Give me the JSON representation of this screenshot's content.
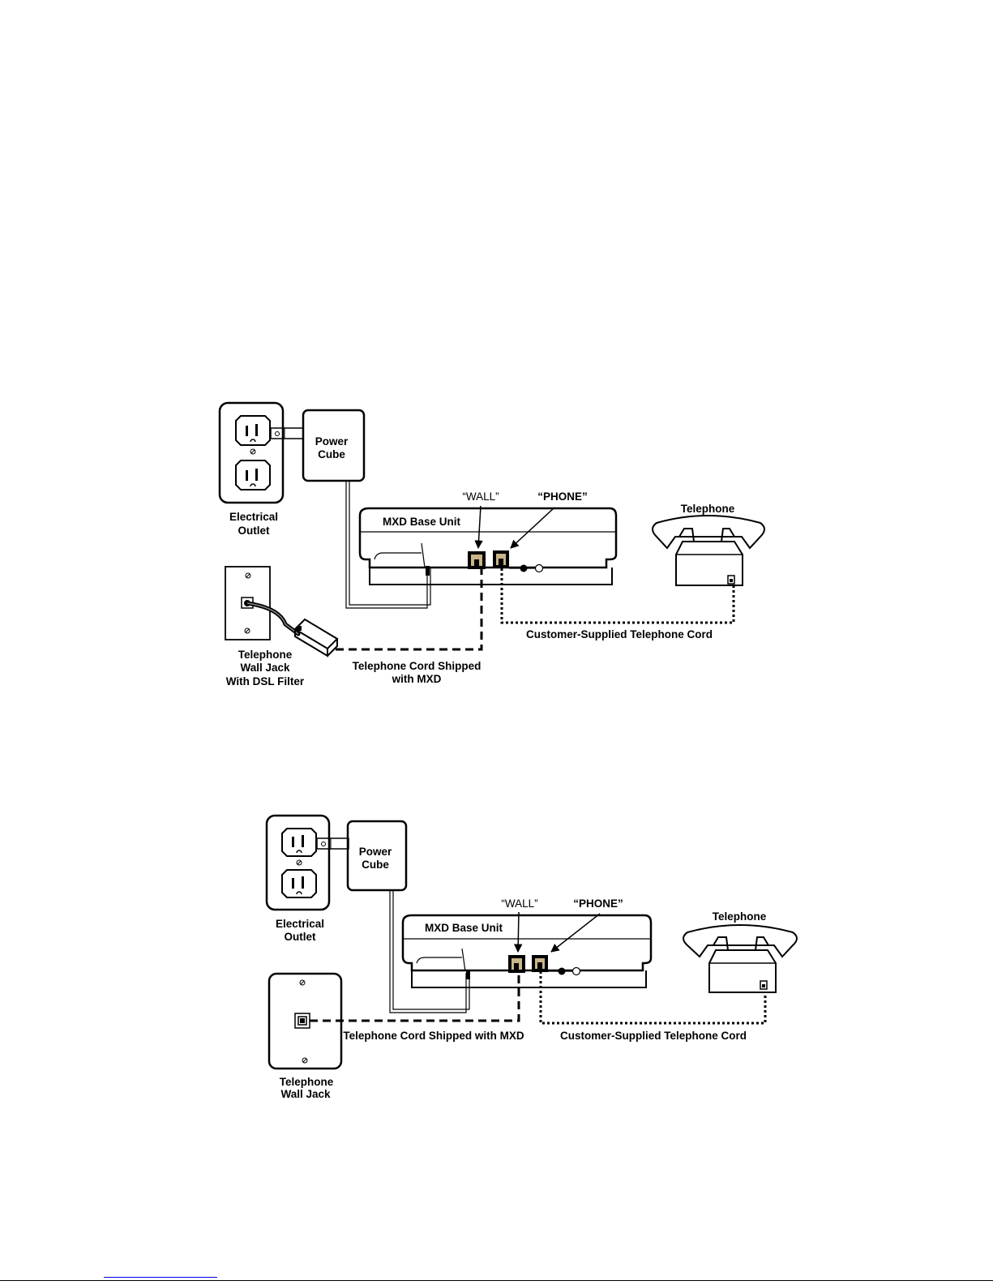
{
  "diagram_dsl": {
    "power_cube_line1": "Power",
    "power_cube_line2": "Cube",
    "outlet_line1": "Electrical",
    "outlet_line2": "Outlet",
    "wall_port": "“WALL”",
    "phone_port": "“PHONE”",
    "base_unit": "MXD Base Unit",
    "telephone": "Telephone",
    "customer_cord": "Customer-Supplied Telephone Cord",
    "jack_line1": "Telephone",
    "jack_line2": "Wall Jack",
    "jack_line3": "With DSL Filter",
    "shipped_cord_line1": "Telephone Cord Shipped",
    "shipped_cord_line2": "with MXD"
  },
  "diagram_standard": {
    "power_cube_line1": "Power",
    "power_cube_line2": "Cube",
    "outlet_line1": "Electrical",
    "outlet_line2": "Outlet",
    "wall_port": "“WALL”",
    "phone_port": "“PHONE”",
    "base_unit": "MXD Base Unit",
    "telephone": "Telephone",
    "shipped_cord": "Telephone Cord Shipped with MXD",
    "customer_cord": "Customer-Supplied Telephone Cord",
    "jack_line1": "Telephone",
    "jack_line2": "Wall Jack"
  }
}
